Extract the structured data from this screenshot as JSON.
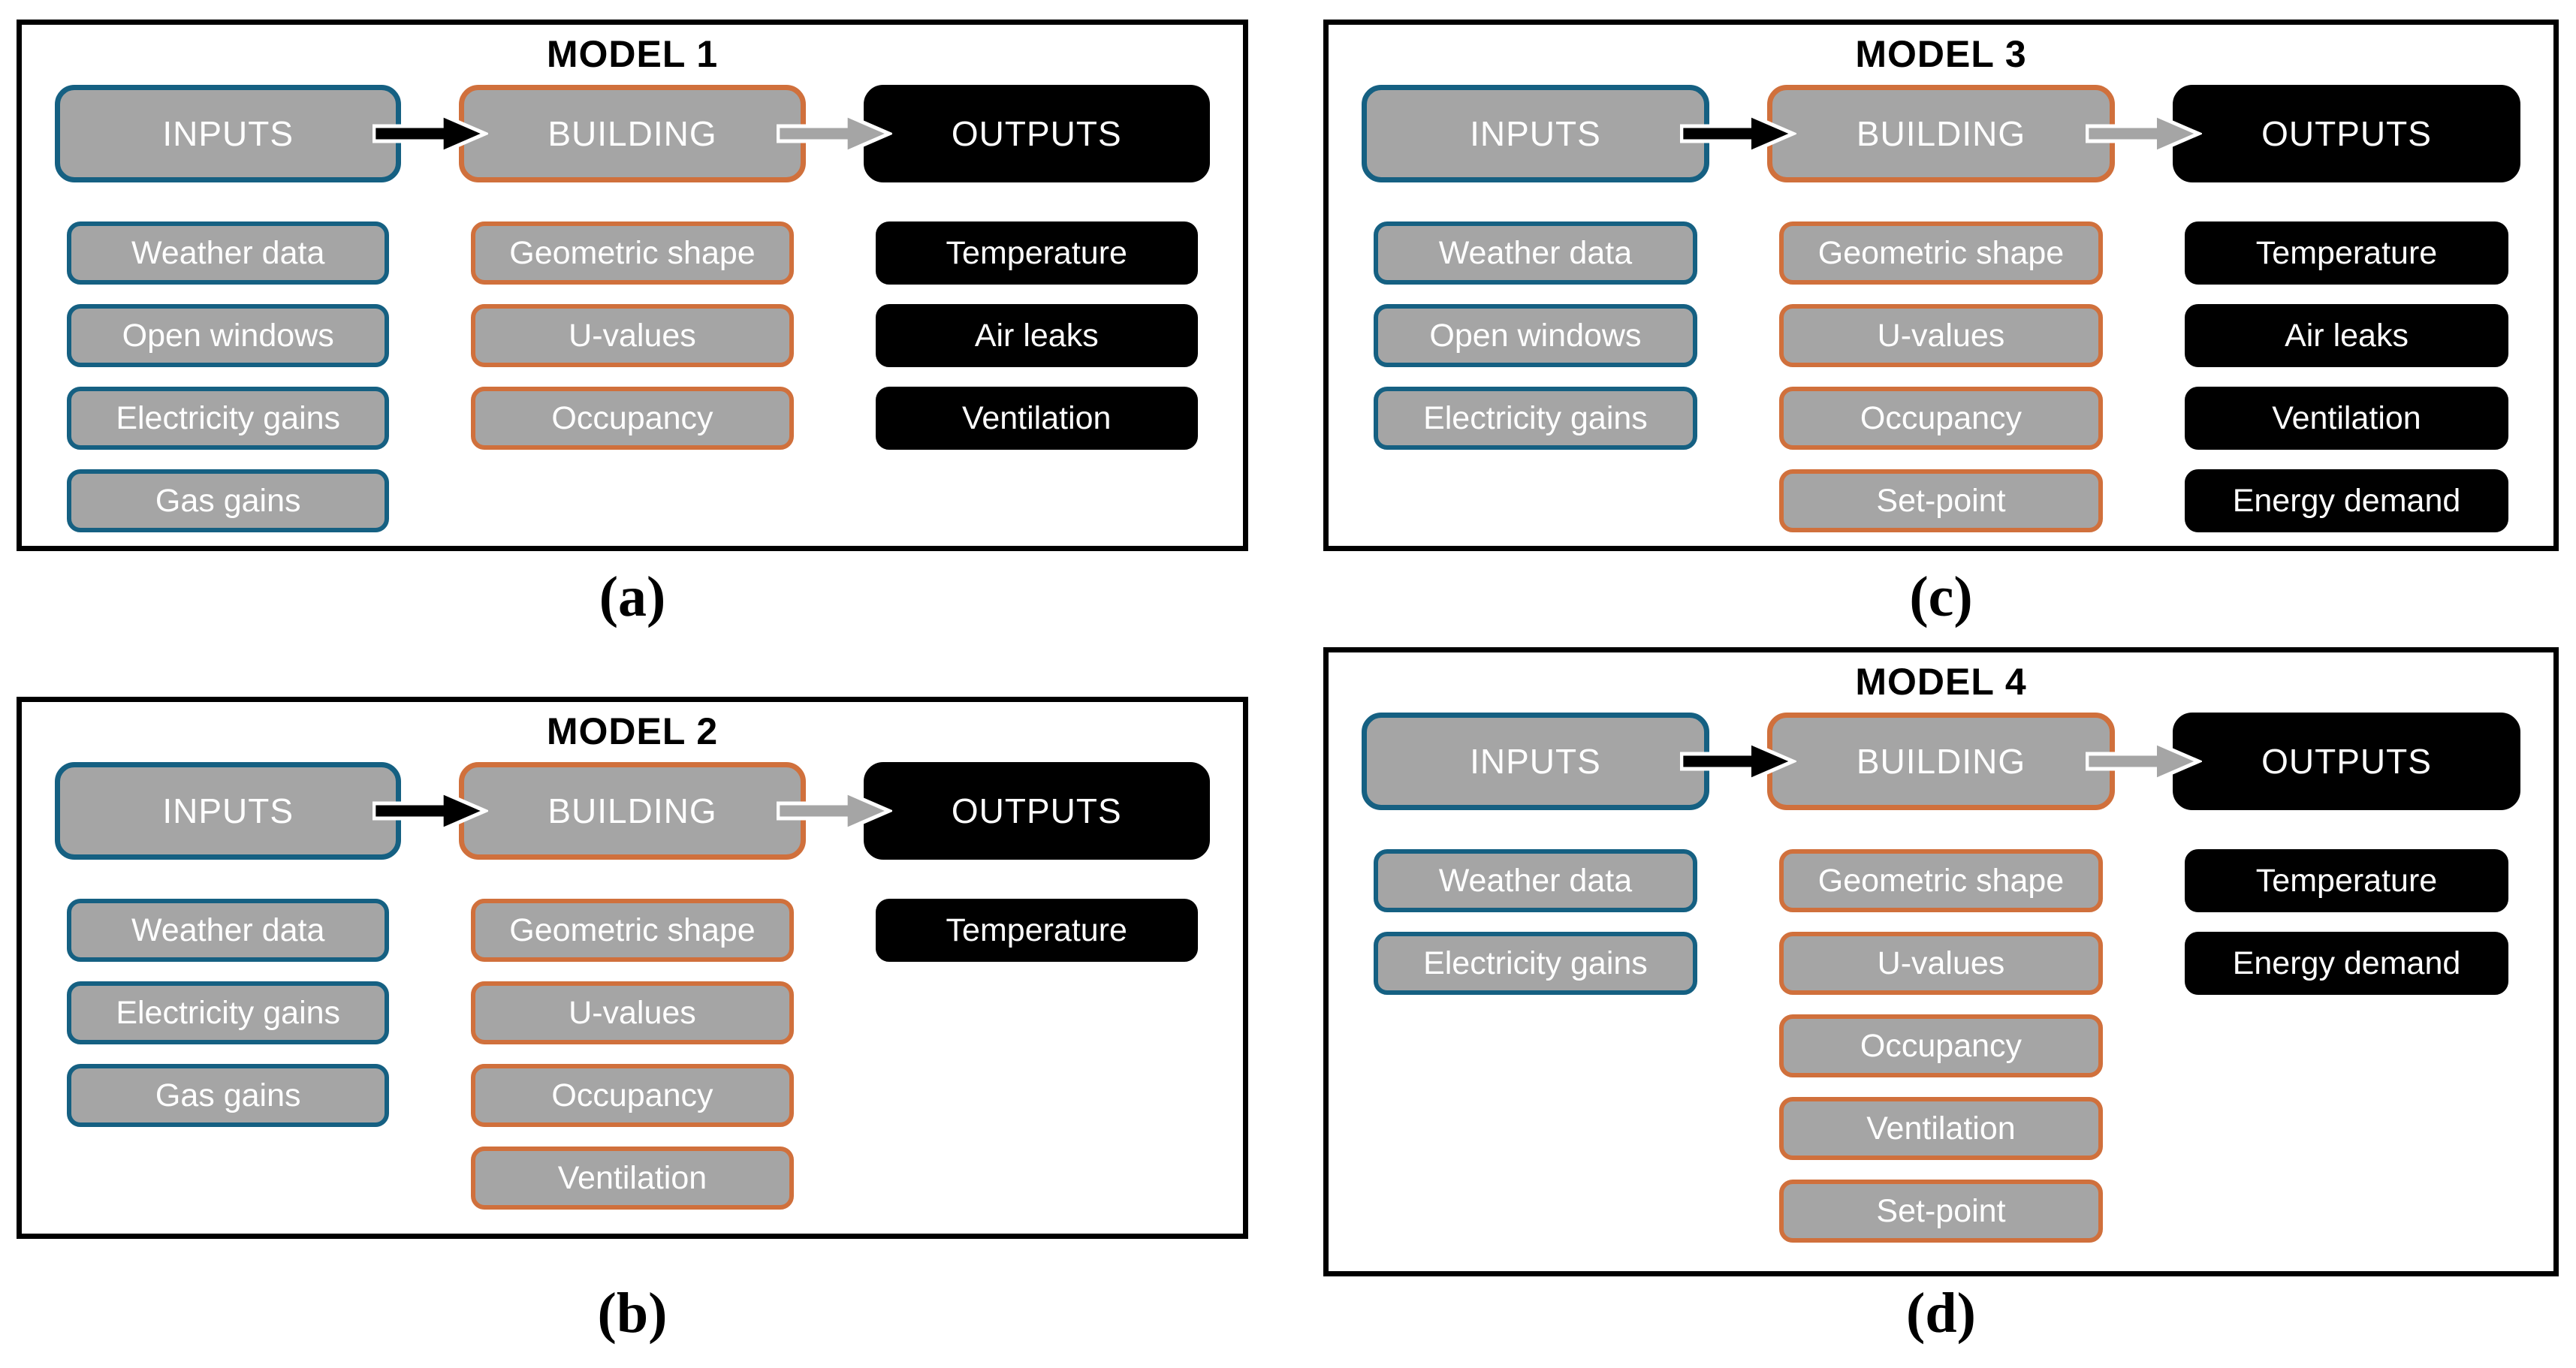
{
  "colors": {
    "box_gray_fill": "#a5a5a5",
    "inputs_border_blue": "#156082",
    "building_border_orange": "#d0703c",
    "outputs_black": "#000000",
    "arrow_black": "#000000",
    "arrow_gray": "#a5a5a5",
    "panel_border": "#000000"
  },
  "panels": [
    {
      "title": "MODEL 1",
      "caption": "(a)",
      "header": {
        "inputs": "INPUTS",
        "building": "BUILDING",
        "outputs": "OUTPUTS"
      },
      "inputs": [
        "Weather data",
        "Open windows",
        "Electricity gains",
        "Gas gains"
      ],
      "building": [
        "Geometric shape",
        "U-values",
        "Occupancy"
      ],
      "outputs": [
        "Temperature",
        "Air leaks",
        "Ventilation"
      ]
    },
    {
      "title": "MODEL 2",
      "caption": "(b)",
      "header": {
        "inputs": "INPUTS",
        "building": "BUILDING",
        "outputs": "OUTPUTS"
      },
      "inputs": [
        "Weather data",
        "Electricity gains",
        "Gas gains"
      ],
      "building": [
        "Geometric shape",
        "U-values",
        "Occupancy",
        "Ventilation"
      ],
      "outputs": [
        "Temperature"
      ]
    },
    {
      "title": "MODEL 3",
      "caption": "(c)",
      "header": {
        "inputs": "INPUTS",
        "building": "BUILDING",
        "outputs": "OUTPUTS"
      },
      "inputs": [
        "Weather data",
        "Open windows",
        "Electricity gains"
      ],
      "building": [
        "Geometric shape",
        "U-values",
        "Occupancy",
        "Set-point"
      ],
      "outputs": [
        "Temperature",
        "Air leaks",
        "Ventilation",
        "Energy demand"
      ]
    },
    {
      "title": "MODEL 4",
      "caption": "(d)",
      "header": {
        "inputs": "INPUTS",
        "building": "BUILDING",
        "outputs": "OUTPUTS"
      },
      "inputs": [
        "Weather data",
        "Electricity gains"
      ],
      "building": [
        "Geometric shape",
        "U-values",
        "Occupancy",
        "Ventilation",
        "Set-point"
      ],
      "outputs": [
        "Temperature",
        "Energy demand"
      ]
    }
  ]
}
